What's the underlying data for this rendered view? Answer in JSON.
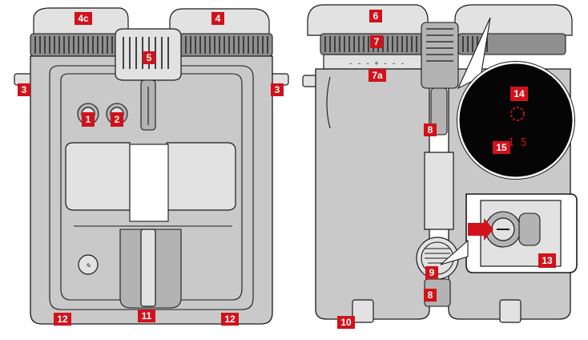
{
  "callouts": {
    "c4c": "4c",
    "c4": "4",
    "c5": "5",
    "c3_left": "3",
    "c3_right": "3",
    "c1": "1",
    "c2": "2",
    "c12_left": "12",
    "c11": "11",
    "c12_right": "12",
    "c6": "6",
    "c7": "7",
    "c7a": "7a",
    "c8_upper": "8",
    "c14": "14",
    "c15": "15",
    "c9": "9",
    "c8_lower": "8",
    "c13": "13",
    "c10": "10"
  },
  "display": {
    "readout": "1 5"
  },
  "colors": {
    "callout": "#d1121b",
    "body": "#c9c9c9",
    "display_bg": "#050505",
    "display_red": "#d1121b"
  }
}
